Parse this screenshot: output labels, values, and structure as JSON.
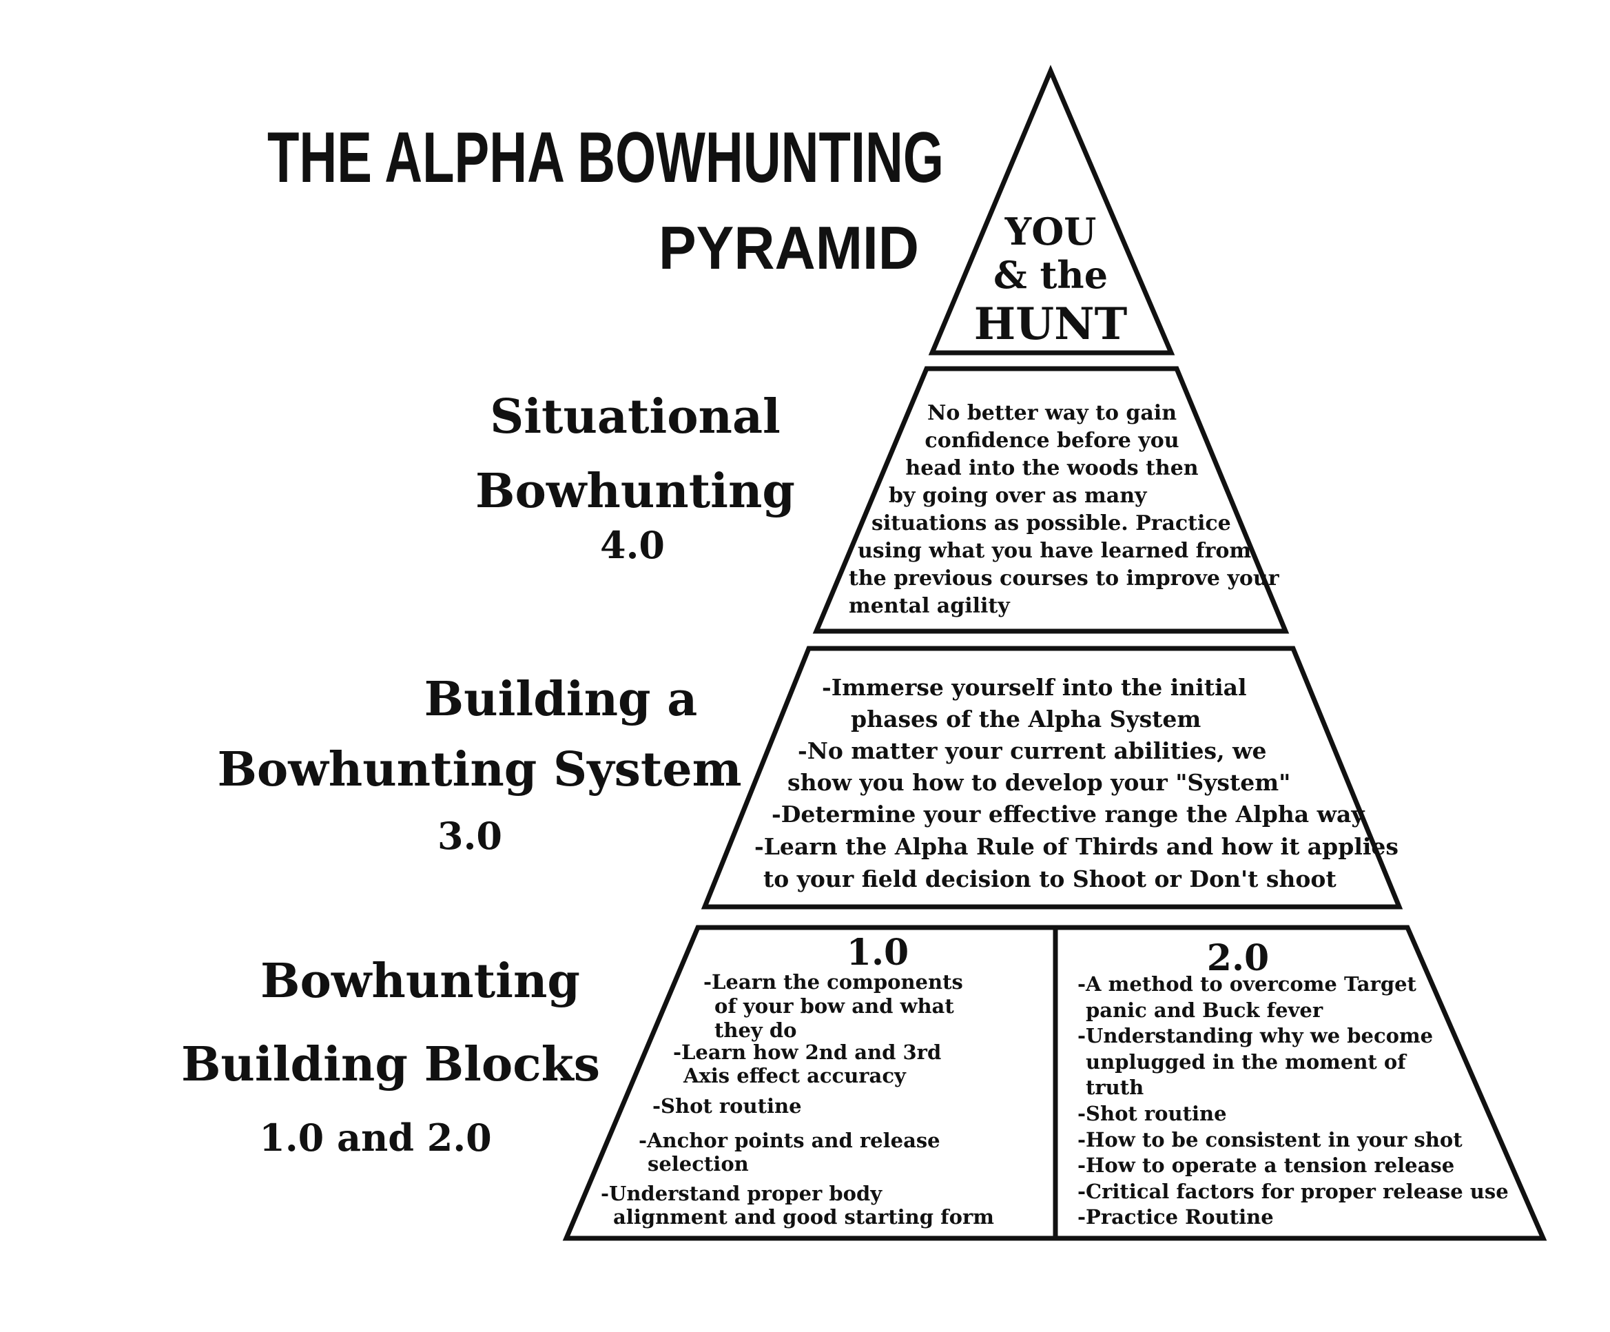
{
  "title": {
    "line1": "THE ALPHA BOWHUNTING",
    "line2": "PYRAMID"
  },
  "apex": {
    "line1": "YOU",
    "line2": "& the",
    "line3": "HUNT"
  },
  "levels": [
    {
      "id": "level-4",
      "heading": [
        "Situational",
        "Bowhunting"
      ],
      "number": "4.0",
      "text": [
        "No better way to gain",
        "confidence before you",
        "head into the woods then",
        "by going over as many",
        "situations as possible.  Practice",
        "using what you have learned from",
        "the previous courses to improve your",
        "mental agility"
      ]
    },
    {
      "id": "level-3",
      "heading": [
        "Building a",
        "Bowhunting System"
      ],
      "number": "3.0",
      "text": [
        "-Immerse yourself into the initial",
        "phases of the Alpha System",
        "-No matter your current abilities, we",
        "show you how to develop your \"System\"",
        "-Determine your effective range the Alpha way",
        "-Learn the Alpha Rule of Thirds and how it applies",
        "to your field decision to Shoot or Don't shoot"
      ]
    },
    {
      "id": "level-1-2",
      "heading": [
        "Bowhunting",
        "Building Blocks"
      ],
      "number": "1.0 and 2.0",
      "left": {
        "number": "1.0",
        "text": [
          "-Learn the components",
          "of your bow and what",
          "they do",
          "-Learn how 2nd and 3rd",
          "Axis effect accuracy",
          "-Shot routine",
          "-Anchor points and release",
          "selection",
          "-Understand proper body",
          "alignment and good starting form"
        ]
      },
      "right": {
        "number": "2.0",
        "text": [
          "-A method to overcome Target",
          "panic and Buck fever",
          "-Understanding why we become",
          "unplugged in the moment of",
          "truth",
          "-Shot routine",
          "-How to be consistent in your shot",
          "-How to operate a tension release",
          "-Critical factors for proper release use",
          "-Practice Routine"
        ]
      }
    }
  ]
}
